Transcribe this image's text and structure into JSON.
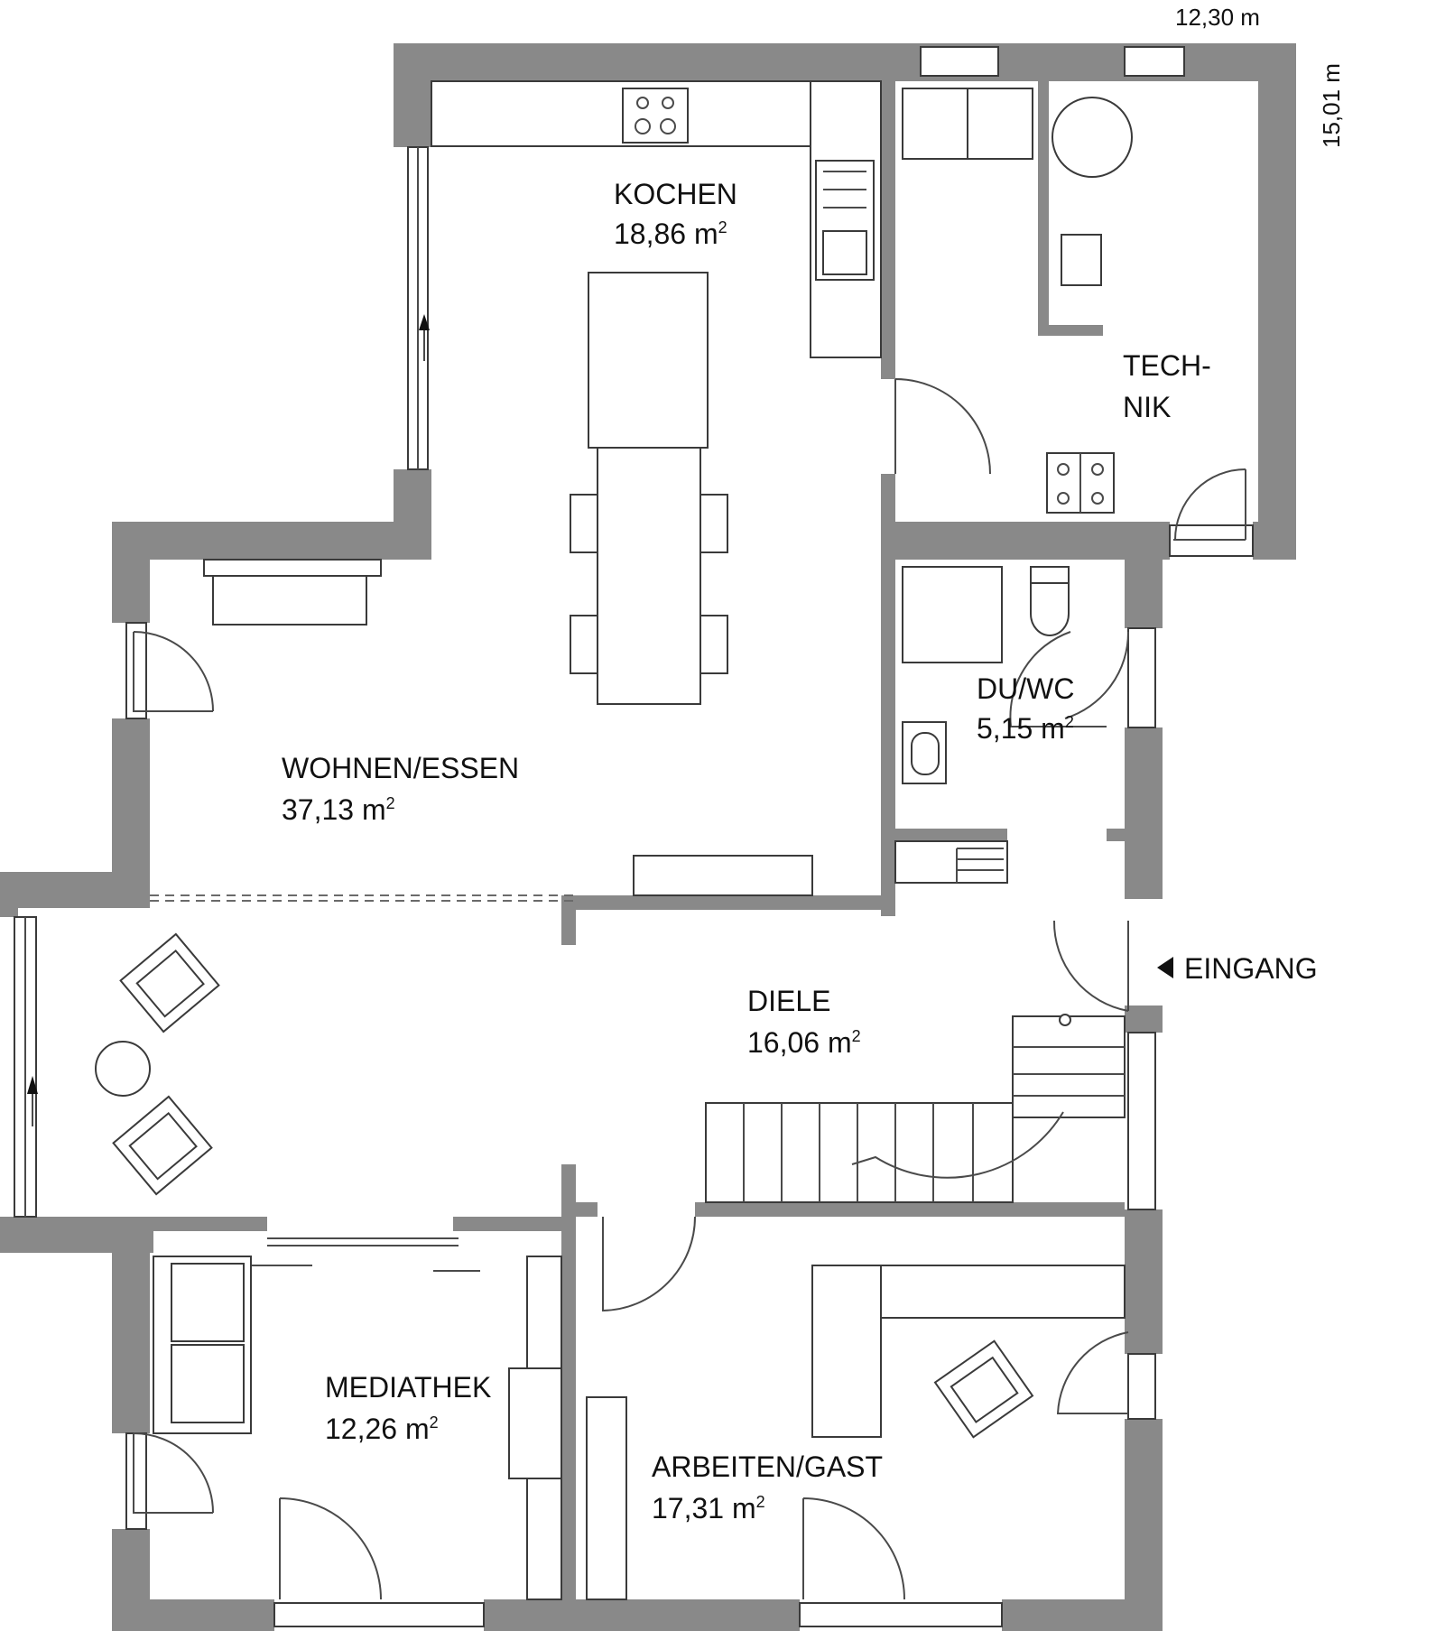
{
  "dimensions": {
    "width": "12,30 m",
    "depth": "15,01 m"
  },
  "rooms": {
    "kochen": {
      "name": "KOCHEN",
      "area": "18,86 m"
    },
    "technik": {
      "name_line1": "TECH-",
      "name_line2": "NIK"
    },
    "duwc": {
      "name": "DU/WC",
      "area": "5,15 m"
    },
    "wohnen": {
      "name": "WOHNEN/ESSEN",
      "area": "37,13 m"
    },
    "diele": {
      "name": "DIELE",
      "area": "16,06 m"
    },
    "mediathek": {
      "name": "MEDIATHEK",
      "area": "12,26 m"
    },
    "arbeiten": {
      "name": "ARBEITEN/GAST",
      "area": "17,31 m"
    }
  },
  "entrance": {
    "label": "EINGANG"
  },
  "area_unit_exponent": "2",
  "colors": {
    "wall": "#898989",
    "line": "#3a3a3a",
    "background": "#ffffff",
    "text": "#111111"
  }
}
